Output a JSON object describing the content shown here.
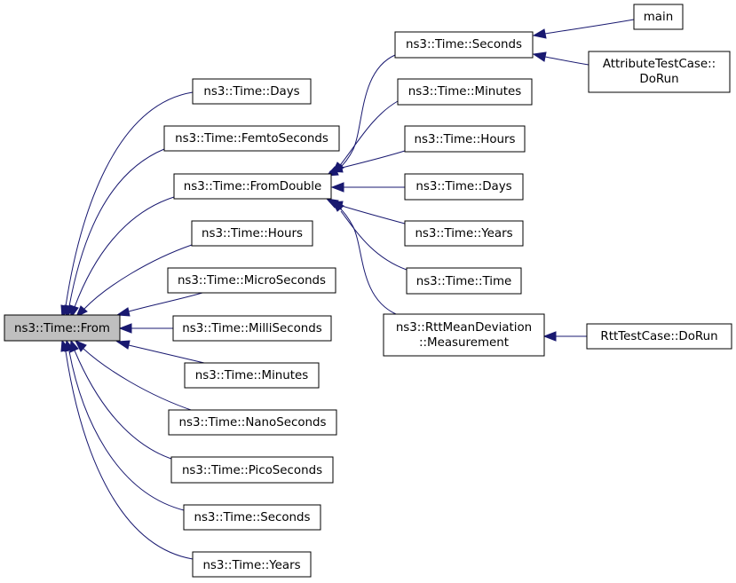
{
  "diagram": {
    "root": "ns3::Time::From",
    "callers_of_from": [
      "ns3::Time::Days",
      "ns3::Time::FemtoSeconds",
      "ns3::Time::FromDouble",
      "ns3::Time::Hours",
      "ns3::Time::MicroSeconds",
      "ns3::Time::MilliSeconds",
      "ns3::Time::Minutes",
      "ns3::Time::NanoSeconds",
      "ns3::Time::PicoSeconds",
      "ns3::Time::Seconds",
      "ns3::Time::Years"
    ],
    "callers_of_fromdouble": [
      "ns3::Time::Seconds",
      "ns3::Time::Minutes",
      "ns3::Time::Hours",
      "ns3::Time::Days",
      "ns3::Time::Years",
      "ns3::Time::Time",
      "ns3::RttMeanDeviation ::Measurement"
    ],
    "callers_of_seconds": [
      "main",
      "AttributeTestCase:: DoRun"
    ],
    "callers_of_measurement": [
      "RttTestCase::DoRun"
    ],
    "node_labels": {
      "from": "ns3::Time::From",
      "days_a": "ns3::Time::Days",
      "femto": "ns3::Time::FemtoSeconds",
      "fromdouble": "ns3::Time::FromDouble",
      "hours_a": "ns3::Time::Hours",
      "micro": "ns3::Time::MicroSeconds",
      "milli": "ns3::Time::MilliSeconds",
      "minutes_a": "ns3::Time::Minutes",
      "nano": "ns3::Time::NanoSeconds",
      "pico": "ns3::Time::PicoSeconds",
      "seconds_a": "ns3::Time::Seconds",
      "years_a": "ns3::Time::Years",
      "seconds_b": "ns3::Time::Seconds",
      "minutes_b": "ns3::Time::Minutes",
      "hours_b": "ns3::Time::Hours",
      "days_b": "ns3::Time::Days",
      "years_b": "ns3::Time::Years",
      "time": "ns3::Time::Time",
      "rtt_line1": "ns3::RttMeanDeviation",
      "rtt_line2": "::Measurement",
      "main": "main",
      "attr_line1": "AttributeTestCase::",
      "attr_line2": "DoRun",
      "rtttest": "RttTestCase::DoRun"
    },
    "colors": {
      "edge": "#191970",
      "root_fill": "#bfbfbf",
      "node_fill": "#ffffff",
      "node_border": "#000000"
    }
  }
}
